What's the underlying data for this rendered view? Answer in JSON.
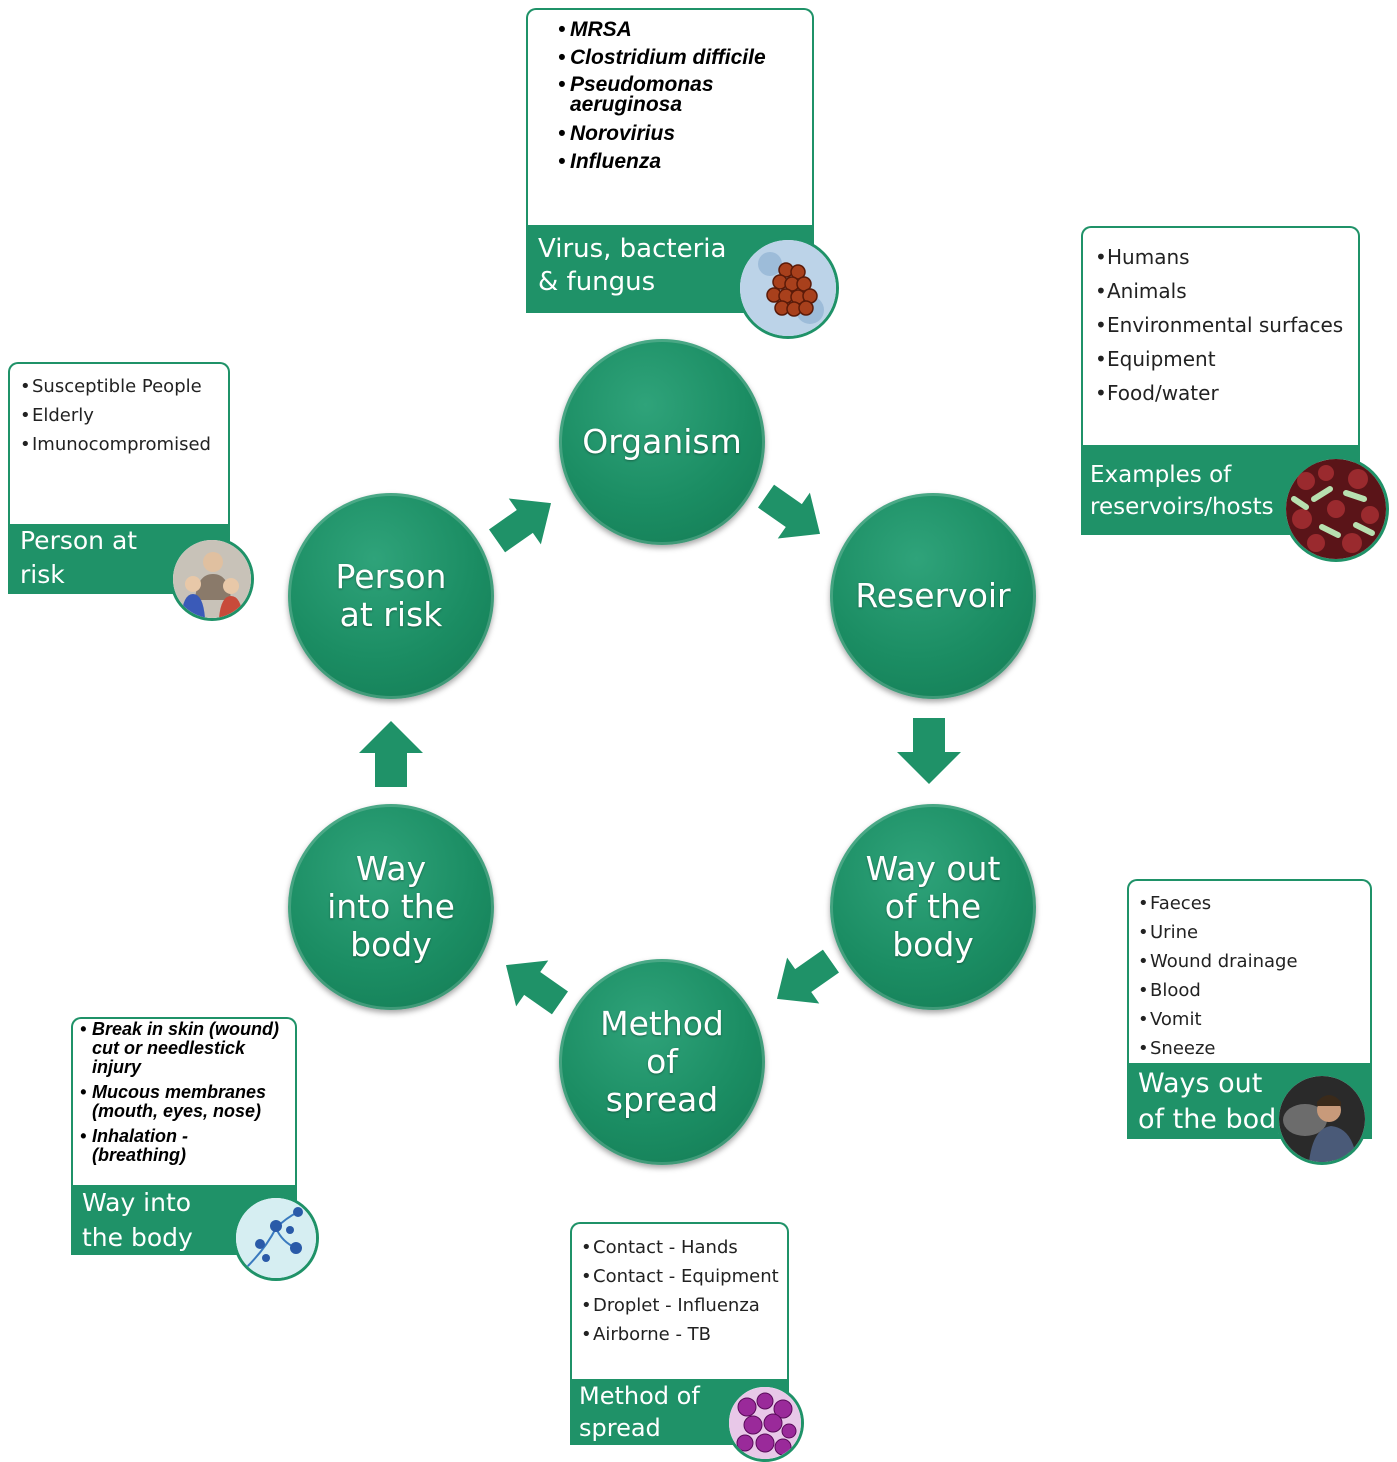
{
  "cycle": {
    "organism": "Organism",
    "reservoir": "Reservoir",
    "way_out": "Way out\nof the\nbody",
    "method": "Method\nof\nspread",
    "way_into": "Way\ninto the\nbody",
    "person": "Person\nat risk"
  },
  "cards": {
    "organism": {
      "items": [
        "MRSA",
        "Clostridium difficile",
        "Pseudomonas aeruginosa",
        "Norovirius",
        "Influenza"
      ],
      "banner": "Virus, bacteria\n& fungus",
      "image": "virus-particles-icon"
    },
    "reservoir": {
      "items": [
        "Humans",
        "Animals",
        "Environmental surfaces",
        "Equipment",
        "Food/water"
      ],
      "banner": "Examples of\nreservoirs/hosts",
      "image": "bacteria-cells-icon"
    },
    "way_out": {
      "items": [
        "Faeces",
        "Urine",
        "Wound drainage",
        "Blood",
        "Vomit",
        "Sneeze"
      ],
      "banner": "Ways out\nof the body",
      "image": "sneezing-person-icon"
    },
    "method": {
      "items": [
        "Contact - Hands",
        "Contact - Equipment",
        "Droplet - Influenza",
        "Airborne - TB"
      ],
      "banner": "Method of\nspread",
      "image": "microbe-cluster-icon"
    },
    "way_into": {
      "items": [
        "Break in skin (wound) cut or needlestick injury",
        "Mucous membranes (mouth, eyes, nose)",
        "Inhalation - (breathing)"
      ],
      "banner": "Way into\nthe body",
      "image": "fungal-spores-icon"
    },
    "person": {
      "items": [
        "Susceptible People",
        "Elderly",
        "Imunocompromised"
      ],
      "banner": "Person at\nrisk",
      "image": "grandparent-children-icon"
    }
  },
  "colors": {
    "accent": "#1f9268",
    "circle": "#1b8d63",
    "arrow": "#1f9268"
  }
}
